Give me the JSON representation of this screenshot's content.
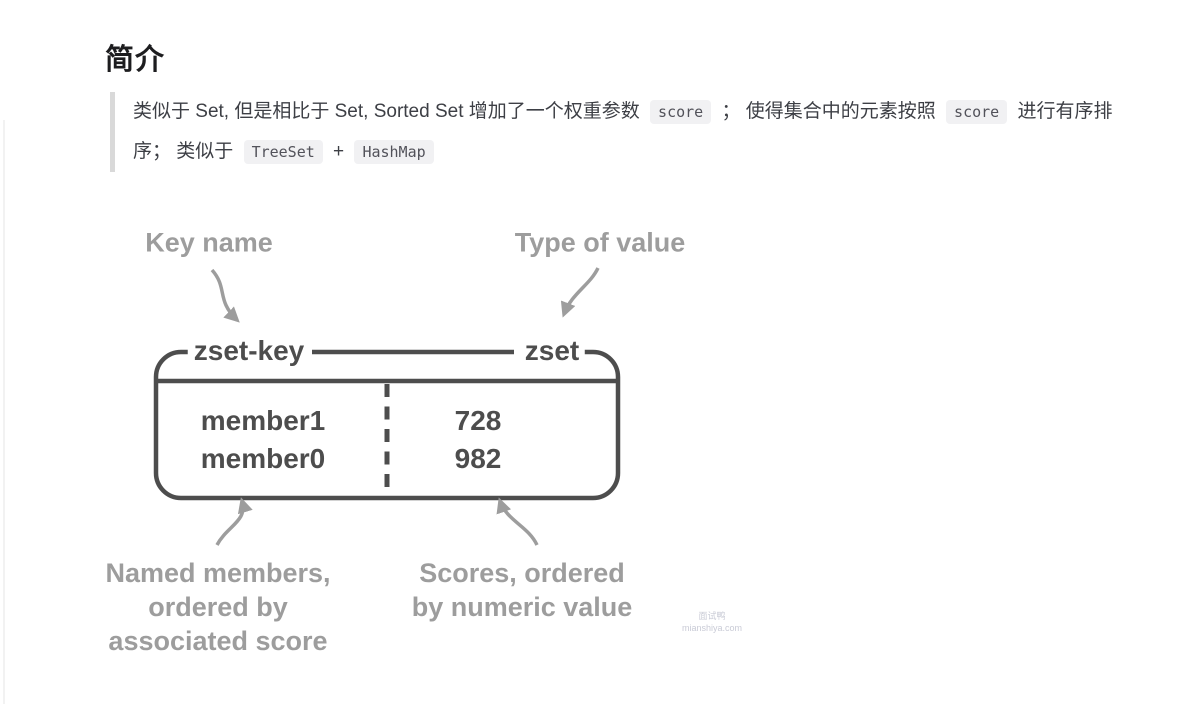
{
  "page": {
    "heading": "简介",
    "quote": {
      "segments": [
        {
          "t": "text",
          "v": "类似于 Set, 但是相比于 Set, Sorted Set 增加了一个权重参数 "
        },
        {
          "t": "code",
          "v": "score"
        },
        {
          "t": "text",
          "v": " ；  使得集合中的元素按照 "
        },
        {
          "t": "code",
          "v": "score"
        },
        {
          "t": "text",
          "v": " 进行有序排序；  类似于 "
        },
        {
          "t": "code",
          "v": "TreeSet"
        },
        {
          "t": "text",
          "v": " + "
        },
        {
          "t": "code",
          "v": "HashMap"
        }
      ]
    }
  },
  "diagram": {
    "key_name_label": "Key name",
    "type_of_value_label": "Type of value",
    "key_text": "zset-key",
    "type_text": "zset",
    "rows": [
      {
        "member": "member1",
        "score": "728"
      },
      {
        "member": "member0",
        "score": "982"
      }
    ],
    "members_caption_lines": [
      "Named members,",
      "ordered by",
      "associated score"
    ],
    "scores_caption_lines": [
      "Scores, ordered",
      "by numeric value"
    ],
    "colors": {
      "box_border": "#4d4d4d",
      "cell_text": "#4d4d4d",
      "annotation_gray": "#9d9d9d"
    }
  },
  "watermark": {
    "line1": "面试鸭",
    "line2": "mianshiya.com"
  }
}
